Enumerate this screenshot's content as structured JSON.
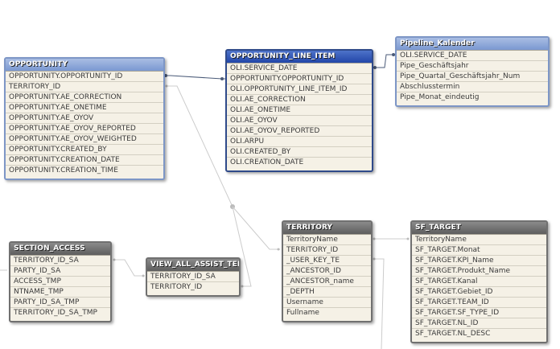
{
  "tables": {
    "opportunity": {
      "title": "OPPORTUNITY",
      "fields": [
        "OPPORTUNITY.OPPORTUNITY_ID",
        "TERRITORY_ID",
        "OPPORTUNITY.AE_CORRECTION",
        "OPPORTUNITY.AE_ONETIME",
        "OPPORTUNITY.AE_OYOV",
        "OPPORTUNITY.AE_OYOV_REPORTED",
        "OPPORTUNITY.AE_OYOV_WEIGHTED",
        "OPPORTUNITY.CREATED_BY",
        "OPPORTUNITY.CREATION_DATE",
        "OPPORTUNITY.CREATION_TIME"
      ]
    },
    "opportunity_line_item": {
      "title": "OPPORTUNITY_LINE_ITEM",
      "fields": [
        "OLI.SERVICE_DATE",
        "OPPORTUNITY.OPPORTUNITY_ID",
        "OLI.OPPORTUNITY_LINE_ITEM_ID",
        "OLI.AE_CORRECTION",
        "OLI.AE_ONETIME",
        "OLI.AE_OYOV",
        "OLI.AE_OYOV_REPORTED",
        "OLI.ARPU",
        "OLI.CREATED_BY",
        "OLI.CREATION_DATE"
      ]
    },
    "pipeline_kalender": {
      "title": "Pipeline_Kalender",
      "fields": [
        "OLI.SERVICE_DATE",
        "Pipe_Geschäftsjahr",
        "Pipe_Quartal_Geschäftsjahr_Num",
        "Abschlusstermin",
        "Pipe_Monat_eindeutig"
      ]
    },
    "section_access": {
      "title": "SECTION_ACCESS",
      "fields": [
        "TERRITORY_ID_SA",
        "PARTY_ID_SA",
        "ACCESS_TMP",
        "NTNAME_TMP",
        "PARTY_ID_SA_TMP",
        "TERRITORY_ID_SA_TMP"
      ]
    },
    "view_all_assist_ter": {
      "title": "VIEW_ALL_ASSIST_TER",
      "fields": [
        "TERRITORY_ID_SA",
        "TERRITORY_ID"
      ]
    },
    "territory": {
      "title": "TERRITORY",
      "fields": [
        "TerritoryName",
        "TERRITORY_ID",
        "_USER_KEY_TE",
        "_ANCESTOR_ID",
        "_ANCESTOR_name",
        "_DEPTH",
        "Username",
        "Fullname"
      ]
    },
    "sf_target": {
      "title": "SF_TARGET",
      "fields": [
        "TerritoryName",
        "SF_TARGET.Monat",
        "SF_TARGET.KPI_Name",
        "SF_TARGET.Produkt_Name",
        "SF_TARGET.Kanal",
        "SF_TARGET.Gebiet_ID",
        "SF_TARGET.TEAM_ID",
        "SF_TARGET.SF_TYPE_ID",
        "SF_TARGET.NL_ID",
        "SF_TARGET.NL_DESC"
      ]
    }
  },
  "colors": {
    "header_gray": "#6e6e6e",
    "header_blue": "#2246a8",
    "header_lightblue": "#7a98d1",
    "body_bg": "#f5f1e6",
    "active_link": "#4a5a78",
    "inactive_link": "#c8c8c8"
  }
}
